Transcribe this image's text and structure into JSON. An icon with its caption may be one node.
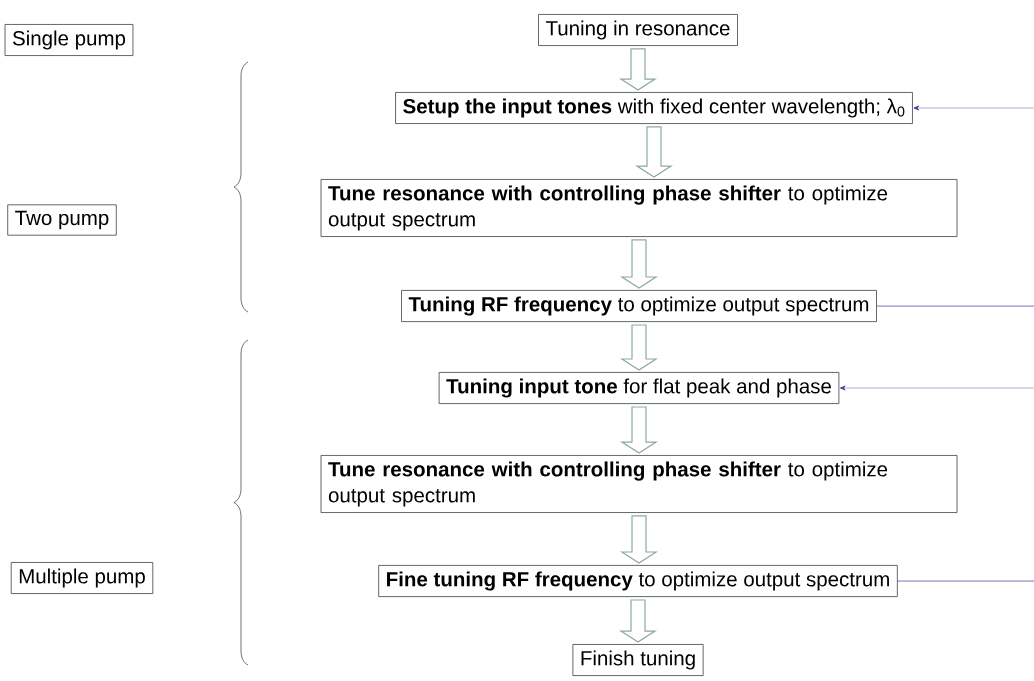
{
  "diagram": {
    "nodes": [
      {
        "text": [
          "Single pump"
        ]
      },
      {
        "text": [
          "Tuning in resonance"
        ]
      },
      {
        "text": [
          "**Setup the input tones** with fixed center wavelength; λ$_{0}$"
        ]
      },
      {
        "text": [
          "Two pump"
        ]
      },
      {
        "text": [
          "**Tune resonance with controlling  phase shifter** to optimize output spectrum"
        ]
      },
      {
        "text": [
          "**Tuning RF frequency** to optimize output spectrum"
        ]
      },
      {
        "text": [
          "**Tuning input tone** for flat peak and phase"
        ]
      },
      {
        "text": [
          "Multiple pump"
        ]
      },
      {
        "text": [
          "**Tune resonance with controlling  phase shifter** to optimize output spectrum"
        ]
      },
      {
        "text": [
          "**Fine tuning RF frequency** to optimize output spectrum"
        ]
      },
      {
        "text": [
          "Finish tuning"
        ]
      }
    ],
    "edges": [
      {
        "from": 1,
        "to": 2,
        "arrow": "to"
      },
      {
        "from": 2,
        "to": 4,
        "arrow": "to"
      },
      {
        "from": 4,
        "to": 5,
        "arrow": "to"
      },
      {
        "from": 5,
        "to": 6,
        "arrow": "to"
      },
      {
        "from": 6,
        "to": 8,
        "arrow": "to"
      },
      {
        "from": 8,
        "to": 9,
        "arrow": "to"
      },
      {
        "from": 9,
        "to": 10,
        "arrow": "to"
      },
      {
        "from": null,
        "to": 2,
        "arrow": "to",
        "color": "#3c3c9a"
      },
      {
        "from": 5,
        "to": null,
        "arrow": "none",
        "color": "#3c3c9a"
      },
      {
        "from": null,
        "to": 6,
        "arrow": "to",
        "color": "#3c3c9a"
      },
      {
        "from": 9,
        "to": null,
        "arrow": "none",
        "color": "#3c3c9a"
      }
    ]
  }
}
